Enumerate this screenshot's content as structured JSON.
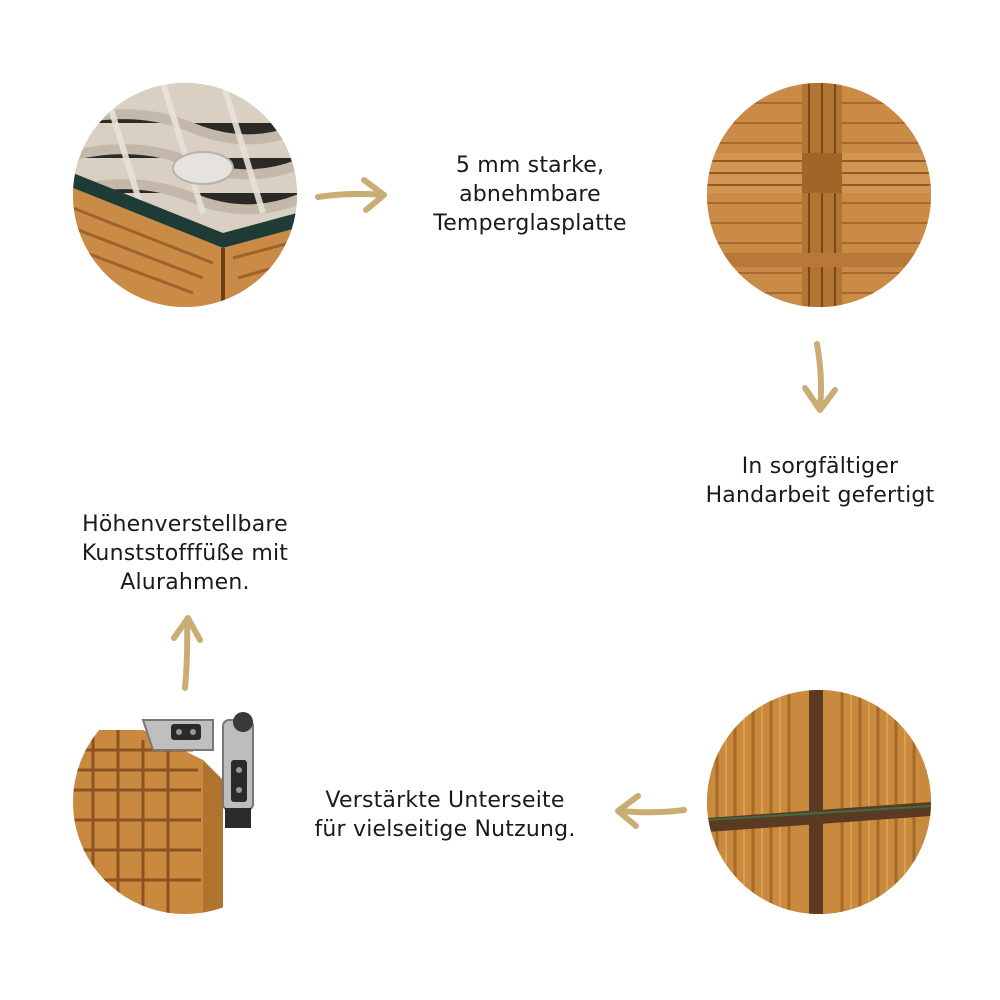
{
  "features": {
    "glass": {
      "lines": [
        "5 mm starke,",
        "abnehmbare",
        "Temperglasplatte"
      ]
    },
    "handmade": {
      "lines": [
        "In sorgfältiger",
        "Handarbeit gefertigt"
      ]
    },
    "underside": {
      "lines": [
        "Verstärkte Unterseite",
        "für vielseitige Nutzung."
      ]
    },
    "feet": {
      "lines": [
        "Höhenverstellbare",
        "Kunststofffüße mit",
        "Alurahmen."
      ]
    }
  },
  "icons": {
    "arrow_to_handmade": "arrow-right-icon",
    "arrow_to_underside": "arrow-down-icon",
    "arrow_to_feet": "arrow-left-icon",
    "arrow_to_glass": "arrow-up-icon"
  },
  "colors": {
    "arrow": "#c9ad74",
    "rattan": "#c98b45",
    "rattan_dark": "#8a5321",
    "text": "#1a1a1a"
  }
}
